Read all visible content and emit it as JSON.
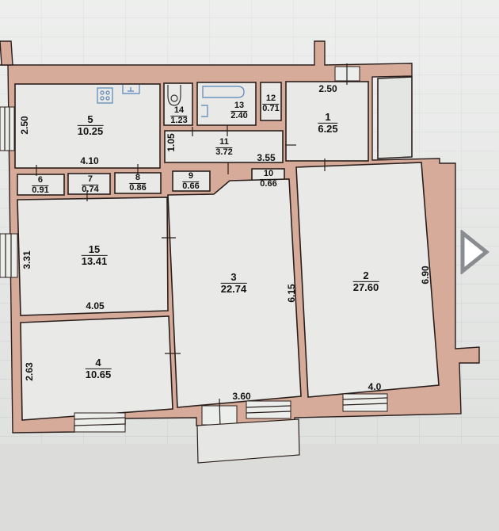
{
  "floor_plan": {
    "rooms": [
      {
        "id": "1",
        "number": "1",
        "area": "6.25"
      },
      {
        "id": "2",
        "number": "2",
        "area": "27.60"
      },
      {
        "id": "3",
        "number": "3",
        "area": "22.74"
      },
      {
        "id": "4",
        "number": "4",
        "area": "10.65"
      },
      {
        "id": "5",
        "number": "5",
        "area": "10.25"
      },
      {
        "id": "6",
        "number": "6",
        "area": "0.91"
      },
      {
        "id": "7",
        "number": "7",
        "area": "0.74"
      },
      {
        "id": "8",
        "number": "8",
        "area": "0.86"
      },
      {
        "id": "9",
        "number": "9",
        "area": "0.66"
      },
      {
        "id": "10",
        "number": "10",
        "area": "0.66"
      },
      {
        "id": "11",
        "number": "11",
        "area": "3.72"
      },
      {
        "id": "12",
        "number": "12",
        "area": "0.71"
      },
      {
        "id": "13",
        "number": "13",
        "area": "2.40"
      },
      {
        "id": "14",
        "number": "14",
        "area": "1.23"
      },
      {
        "id": "15",
        "number": "15",
        "area": "13.41"
      }
    ],
    "dimensions": {
      "room5_height": "2.50",
      "room5_width": "4.10",
      "corridor11_height": "1.05",
      "corridor11_width": "3.55",
      "room1_width": "2.50",
      "room15_height": "3.31",
      "room15_width": "4.05",
      "room4_height": "2.63",
      "room3_height": "6.15",
      "room3_width": "3.60",
      "room2_height": "6.90",
      "room2_width": "4.0"
    },
    "colors": {
      "wall_fill": "#d6ab9a",
      "wall_outline": "#2a1f1c",
      "room_fill": "#e9eae8",
      "fixture_stroke": "#6c93bf"
    }
  },
  "viewer": {
    "next_icon": "play-triangle-next"
  }
}
